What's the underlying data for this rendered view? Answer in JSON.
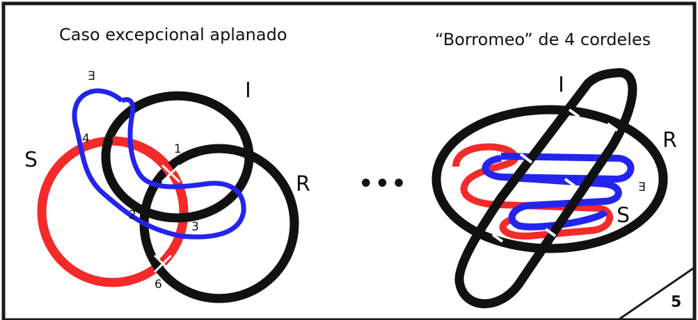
{
  "left_panel": {
    "title": "Caso excepcional aplanado",
    "labels": {
      "I": "I",
      "S": "S",
      "R": "R",
      "E": "E"
    },
    "crossings": [
      "1",
      "2",
      "3",
      "4",
      "6"
    ]
  },
  "middle": {
    "ellipsis": "•••"
  },
  "right_panel": {
    "title": "“Borromeo” de 4 cordeles",
    "labels": {
      "I": "I",
      "R": "R",
      "E": "E",
      "S": "S"
    }
  },
  "page_number": "5",
  "colors": {
    "black": "#111111",
    "red": "#f52a2a",
    "blue": "#2424ee",
    "frame": "#1a1a1a"
  }
}
